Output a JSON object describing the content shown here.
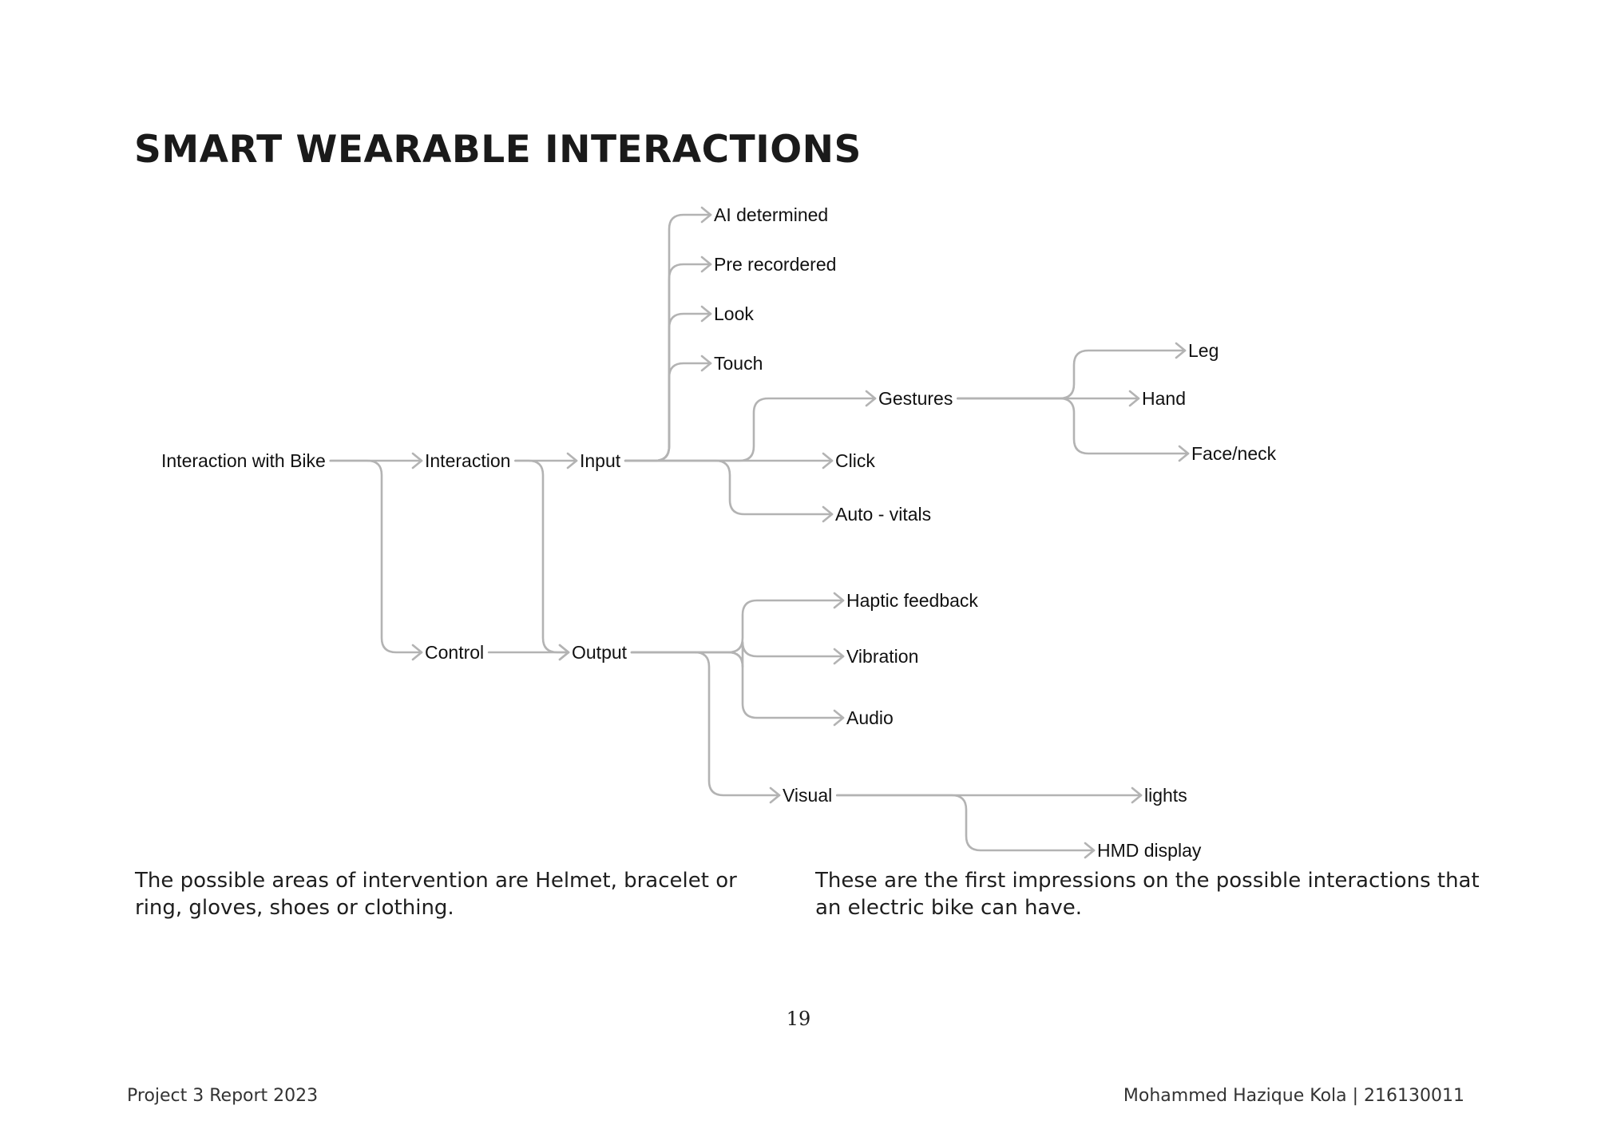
{
  "title": "SMART WEARABLE INTERACTIONS",
  "diagram": {
    "nodes": [
      {
        "id": "root",
        "label": "Interaction with Bike"
      },
      {
        "id": "interaction",
        "label": "Interaction"
      },
      {
        "id": "control",
        "label": "Control"
      },
      {
        "id": "input",
        "label": "Input"
      },
      {
        "id": "output",
        "label": "Output"
      },
      {
        "id": "ai",
        "label": "AI determined"
      },
      {
        "id": "pre",
        "label": "Pre recordered"
      },
      {
        "id": "look",
        "label": "Look"
      },
      {
        "id": "touch",
        "label": "Touch"
      },
      {
        "id": "gestures",
        "label": "Gestures"
      },
      {
        "id": "click",
        "label": "Click"
      },
      {
        "id": "auto",
        "label": "Auto - vitals"
      },
      {
        "id": "leg",
        "label": "Leg"
      },
      {
        "id": "hand",
        "label": "Hand"
      },
      {
        "id": "face",
        "label": "Face/neck"
      },
      {
        "id": "haptic",
        "label": "Haptic feedback"
      },
      {
        "id": "vibration",
        "label": "Vibration"
      },
      {
        "id": "audio",
        "label": "Audio"
      },
      {
        "id": "visual",
        "label": "Visual"
      },
      {
        "id": "lights",
        "label": "lights"
      },
      {
        "id": "hmd",
        "label": "HMD display"
      }
    ],
    "edges": [
      [
        "root",
        "interaction"
      ],
      [
        "root",
        "control"
      ],
      [
        "interaction",
        "input"
      ],
      [
        "interaction",
        "output"
      ],
      [
        "control",
        "output"
      ],
      [
        "input",
        "ai"
      ],
      [
        "input",
        "pre"
      ],
      [
        "input",
        "look"
      ],
      [
        "input",
        "touch"
      ],
      [
        "input",
        "gestures"
      ],
      [
        "input",
        "click"
      ],
      [
        "input",
        "auto"
      ],
      [
        "gestures",
        "leg"
      ],
      [
        "gestures",
        "hand"
      ],
      [
        "gestures",
        "face"
      ],
      [
        "output",
        "haptic"
      ],
      [
        "output",
        "vibration"
      ],
      [
        "output",
        "audio"
      ],
      [
        "output",
        "visual"
      ],
      [
        "visual",
        "lights"
      ],
      [
        "visual",
        "hmd"
      ]
    ]
  },
  "captions": {
    "left": "The possible areas of intervention are Helmet, bracelet or ring, gloves, shoes or clothing.",
    "right": "These are the first impressions on the possible interactions that an electric bike can have."
  },
  "page_number": "19",
  "footer": {
    "left": "Project 3 Report 2023",
    "right": "Mohammed Hazique Kola | 216130011"
  }
}
